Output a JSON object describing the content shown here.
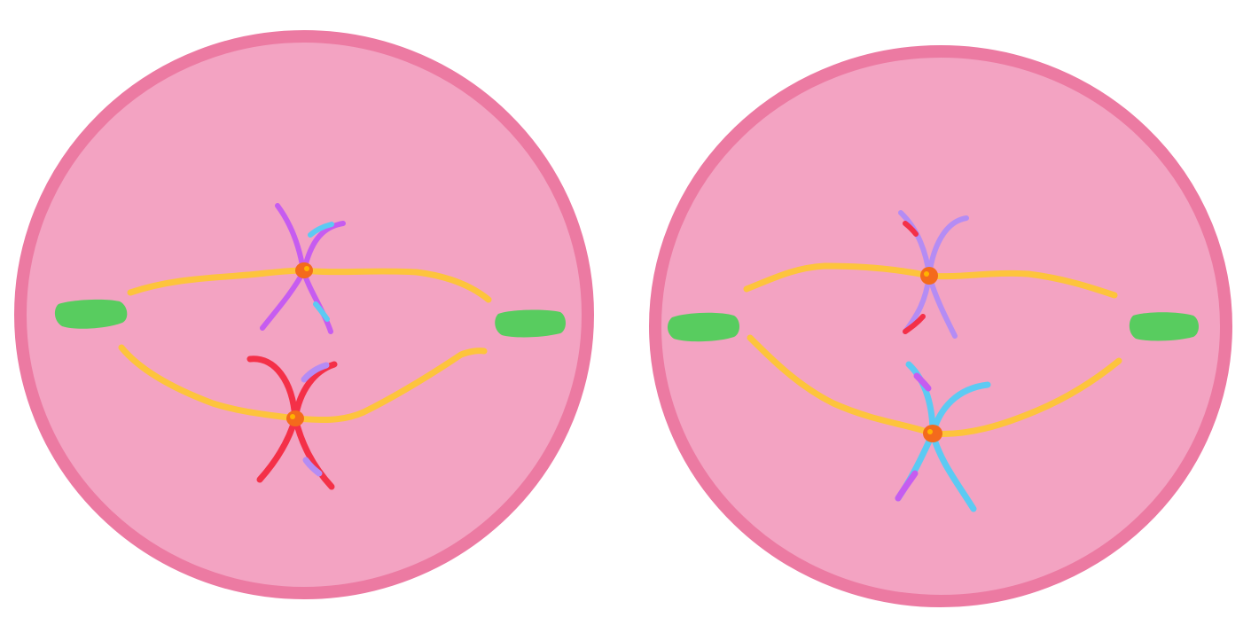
{
  "colors": {
    "background": "#ffffff",
    "cell_membrane": "#ec7aa2",
    "cytoplasm": "#f3a3c2",
    "centrosome": "#58cc5f",
    "centrosome_highlight": "#6fd874",
    "spindle_fiber": "#fdc43c",
    "centromere": "#f46a1c",
    "centromere_core": "#ffb300",
    "chromosome_purple": "#c65cf0",
    "chromosome_lavender": "#b48cf4",
    "chromosome_blue": "#5ccaf3",
    "chromosome_red": "#f43048"
  },
  "cells": [
    {
      "name": "left-cell",
      "chromosomes": [
        {
          "position": "upper",
          "main_color": "chromosome_purple",
          "crossover_color": "chromosome_blue"
        },
        {
          "position": "lower",
          "main_color": "chromosome_red",
          "crossover_color": "chromosome_lavender"
        }
      ]
    },
    {
      "name": "right-cell",
      "chromosomes": [
        {
          "position": "upper",
          "main_color": "chromosome_lavender",
          "crossover_color": "chromosome_red"
        },
        {
          "position": "lower",
          "main_color": "chromosome_blue",
          "crossover_color": "chromosome_purple"
        }
      ]
    }
  ]
}
